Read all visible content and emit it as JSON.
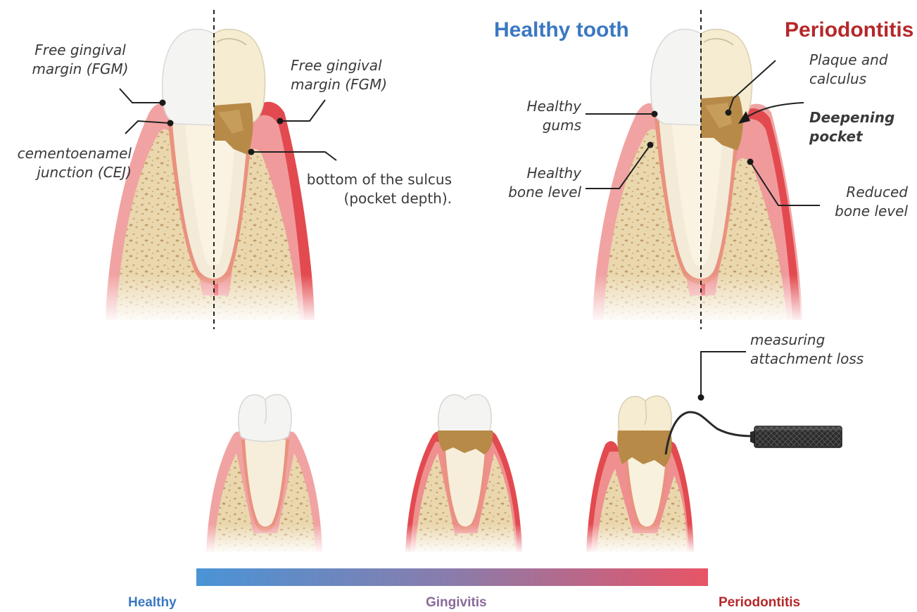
{
  "titles": {
    "healthy": "Healthy tooth",
    "periodontitis": "Periodontitis"
  },
  "left_diagram": {
    "fgm_left": [
      "Free gingival",
      "margin (FGM)"
    ],
    "cej": [
      "cementoenamel",
      "junction (CEJ)"
    ],
    "fgm_right": [
      "Free gingival",
      "margin (FGM)"
    ],
    "sulcus": [
      "bottom of the sulcus",
      "(pocket depth)."
    ]
  },
  "right_diagram": {
    "healthy_gums": [
      "Healthy",
      "gums"
    ],
    "healthy_bone": [
      "Healthy",
      "bone level"
    ],
    "plaque": [
      "Plaque and",
      "calculus"
    ],
    "pocket": [
      "Deepening",
      "pocket"
    ],
    "reduced_bone": [
      "Reduced",
      "bone level"
    ]
  },
  "probe_label": [
    "measuring",
    "attachment loss"
  ],
  "progression": {
    "healthy": "Healthy",
    "gingivitis": "Gingivitis",
    "periodontitis": "Periodontitis"
  },
  "colors": {
    "healthy_blue": "#3b78c2",
    "periodontitis_red": "#b5282a",
    "gingivitis_purple": "#8a6a9a",
    "gum": "#f0a3a2",
    "inflamed_gum": "#e24a4f",
    "bone": "#e7d3a8",
    "calculus": "#b88a48",
    "enamel": "#f4f4f2",
    "bar_start": "#4a94d6",
    "bar_end": "#e85466"
  }
}
